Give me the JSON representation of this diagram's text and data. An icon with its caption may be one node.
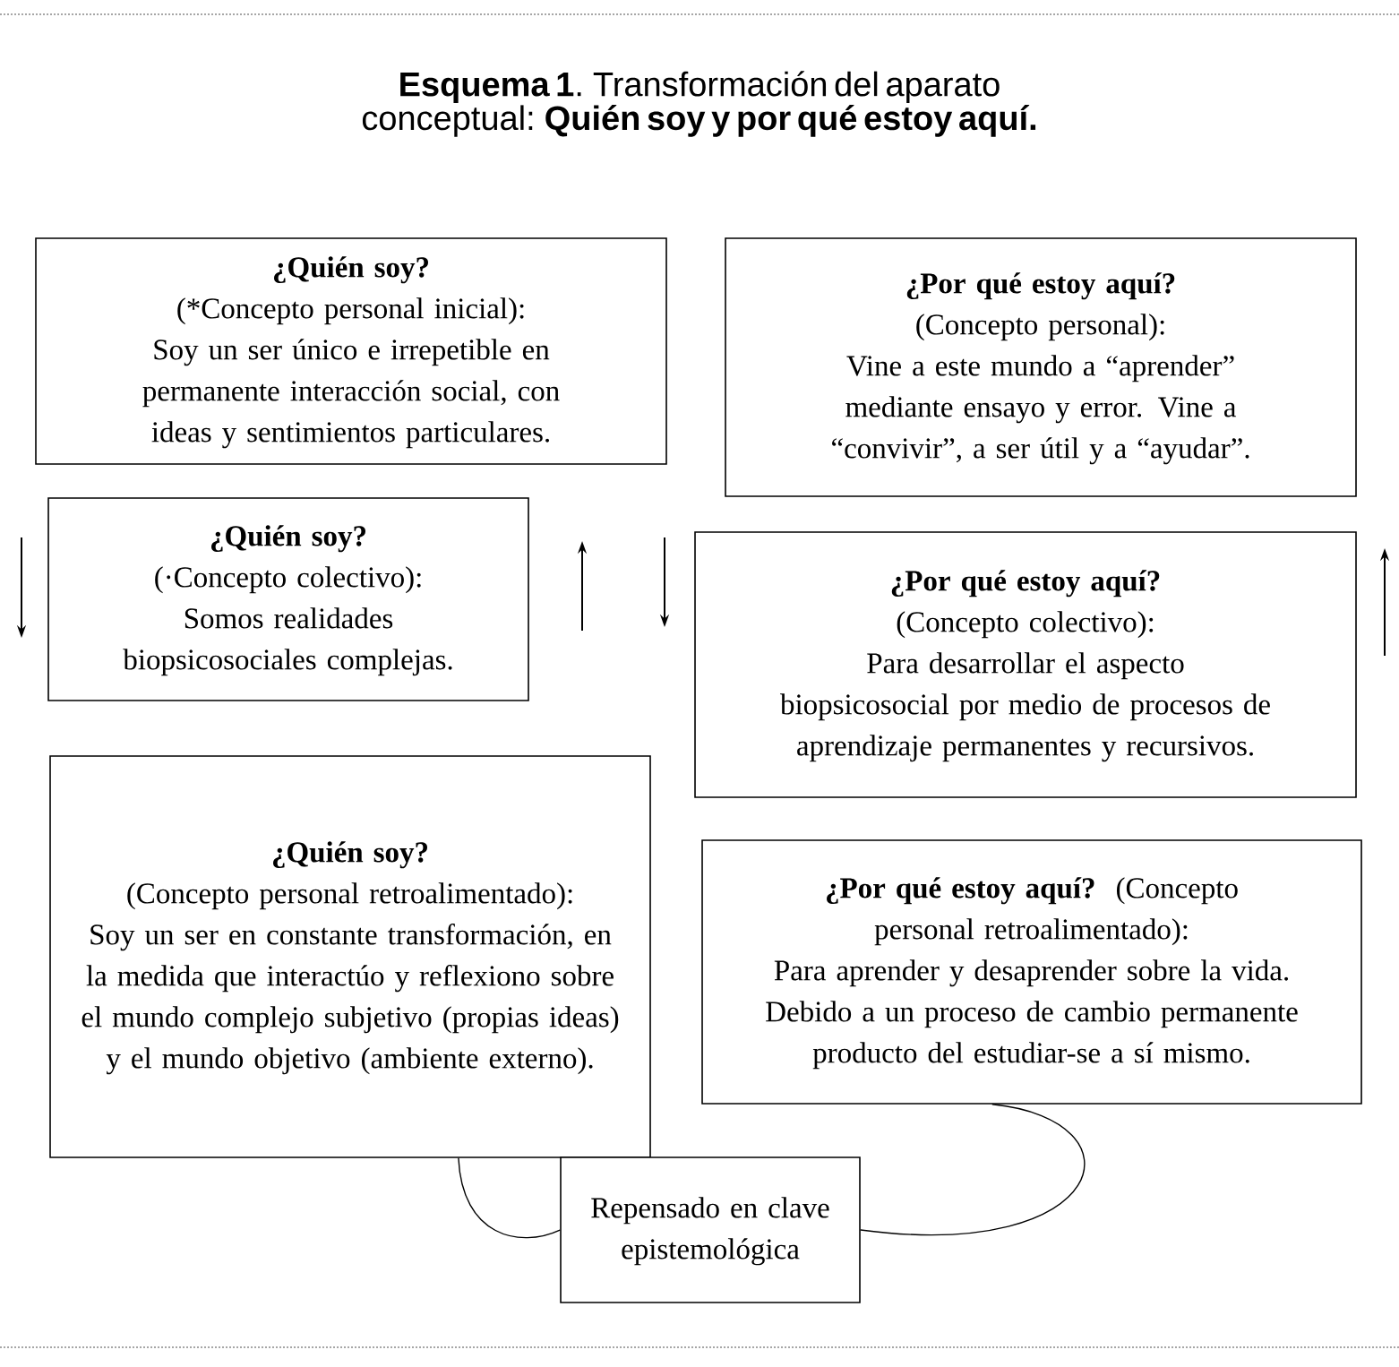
{
  "diagram": {
    "title": "**Esquema 1**. Transformación del aparato conceptual: **Quién soy y por qué estoy aquí.**",
    "nodes": [
      {
        "text": [
          "¿Quién soy?",
          "(*Concepto personal inicial):",
          "Soy un ser único e irrepetible en permanente interacción social, con ideas y sentimientos particulares."
        ]
      },
      {
        "text": [
          "¿Por qué estoy aquí?",
          "(Concepto personal):",
          "Vine a este mundo a “aprender” mediante ensayo y error. Vine a “convivir”, a ser útil y a “ayudar”."
        ]
      },
      {
        "text": [
          "¿Quién soy?",
          "(·Concepto colectivo):",
          "Somos realidades biopsicosociales complejas."
        ]
      },
      {
        "text": [
          "¿Por qué estoy aquí?",
          "(Concepto colectivo):",
          "Para desarrollar el aspecto biopsicosocial por medio de procesos de aprendizaje permanentes y recursivos."
        ]
      },
      {
        "text": [
          "¿Quién soy?",
          "(Concepto personal retroalimentado):",
          "Soy un ser en constante transformación, en la medida que interactúo y reflexiono sobre el mundo complejo subjetivo (propias ideas) y el mundo objetivo (ambiente externo)."
        ]
      },
      {
        "text": [
          "¿Por qué estoy aquí?",
          "(Concepto personal retroalimentado):",
          "Para aprender y desaprender sobre la vida. Debido a un proceso de cambio permanente producto del estudiar-se a sí mismo."
        ]
      },
      {
        "text": [
          "Repensado en clave epistemológica"
        ]
      }
    ],
    "edges": [
      {
        "from": 4,
        "to": 6,
        "arrow": "none"
      },
      {
        "from": 5,
        "to": 6,
        "arrow": "none"
      }
    ]
  }
}
